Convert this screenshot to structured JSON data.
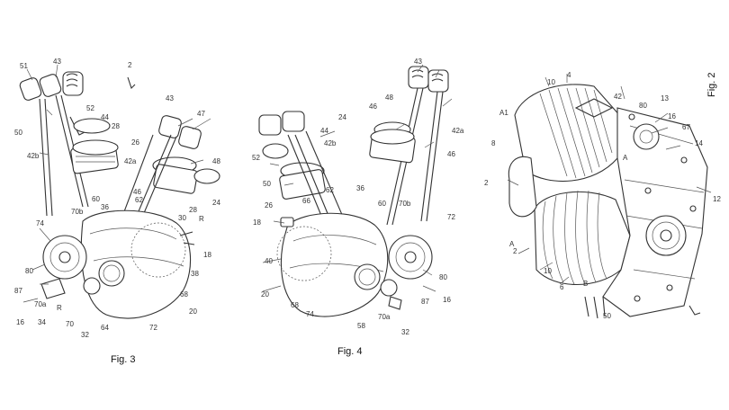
{
  "figures": [
    {
      "id": "fig3",
      "caption": "Fig. 3",
      "labels": [
        "51",
        "43",
        "2",
        "52",
        "44",
        "42b",
        "28",
        "50",
        "26",
        "42a",
        "43",
        "47",
        "48",
        "46",
        "24",
        "28",
        "74",
        "60",
        "70b",
        "36",
        "62",
        "30",
        "18",
        "R",
        "80",
        "38",
        "87",
        "70a",
        "R",
        "68",
        "16",
        "34",
        "70",
        "32",
        "64",
        "72",
        "20"
      ]
    },
    {
      "id": "fig4",
      "caption": "Fig. 4",
      "labels": [
        "43",
        "48",
        "46",
        "24",
        "42a",
        "44",
        "42b",
        "52",
        "50",
        "26",
        "36",
        "62",
        "66",
        "60",
        "70b",
        "18",
        "40",
        "72",
        "20",
        "68",
        "74",
        "58",
        "70a",
        "87",
        "80",
        "16",
        "32",
        "46"
      ]
    },
    {
      "id": "fig2",
      "caption": "Fig. 2",
      "labels": [
        "4",
        "10",
        "42",
        "A1",
        "8",
        "80",
        "13",
        "16",
        "67",
        "14",
        "A",
        "2",
        "12",
        "A",
        "2",
        "10",
        "6",
        "50",
        "B"
      ]
    }
  ]
}
